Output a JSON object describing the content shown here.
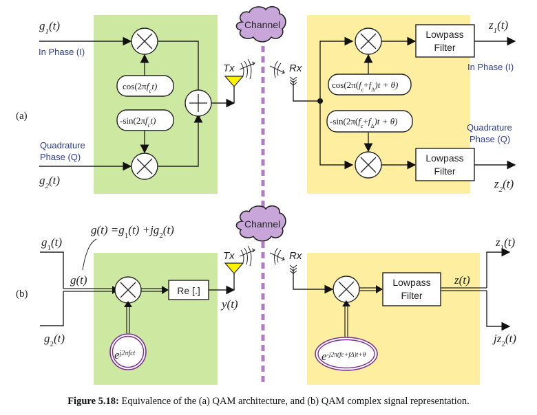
{
  "colors": {
    "transmitter_panel": "#cde8a0",
    "receiver_panel": "#fdeea0",
    "channel_cloud": "#c8a6da",
    "divider": "#b07cc6",
    "antenna": "#fff200",
    "label_blue": "#2b3d9a",
    "oscillator_ring": "#7b2d9a"
  },
  "panel_a": {
    "label": "(a)",
    "inputs": {
      "g1": "g1(t)",
      "g1_base": "g",
      "g1_sub": "1",
      "g1_arg": "(t)",
      "g2_base": "g",
      "g2_sub": "2",
      "g2_arg": "(t)",
      "in_phase": "In Phase (I)",
      "quadrature_line1": "Quadrature",
      "quadrature_line2": "Phase (Q)"
    },
    "tx": {
      "cos_label": "cos(2πfct)",
      "cos_pre": "cos(2π",
      "cos_f": "f",
      "cos_sub": "c",
      "cos_post": "t)",
      "sin_pre": "-sin(2π",
      "sin_f": "f",
      "sin_sub": "c",
      "sin_post": "t)",
      "multiplier_symbol": "×",
      "adder_symbol": "+",
      "tx_label": "Tx"
    },
    "channel": {
      "label": "Channel"
    },
    "rx": {
      "rx_label": "Rx",
      "cos_text": "cos(2π(fc+fΔ)t + θ)",
      "cos_pre": "cos(2π(",
      "sin_pre": "-sin(2π(",
      "f": "f",
      "sub_c": "c",
      "plus": "+",
      "sub_delta": "Δ",
      "post": ")t + θ)",
      "filter_line1": "Lowpass",
      "filter_line2": "Filter",
      "out_in_phase": "In Phase (I)",
      "out_quad_line1": "Quadrature",
      "out_quad_line2": "Phase (Q)",
      "z1_base": "z",
      "z1_sub": "1",
      "z2_base": "z",
      "z2_sub": "2",
      "arg": "(t)"
    }
  },
  "panel_b": {
    "label": "(b)",
    "g1_base": "g",
    "g1_sub": "1",
    "g2_base": "g",
    "g2_sub": "2",
    "arg": "(t)",
    "g_combined": "g(t)",
    "equation": "g(t) =g1(t) +jg2(t)",
    "eq_lhs": "g(t) =",
    "eq_g": "g",
    "eq_sub1": "1",
    "eq_mid": "(t) +",
    "eq_jg": "jg",
    "eq_sub2": "2",
    "eq_end": "(t)",
    "tx": {
      "re_box": "Re [.]",
      "y_label": "y(t)",
      "osc_base": "e",
      "osc_exp": "j2πfct",
      "tx_label": "Tx"
    },
    "channel": {
      "label": "Channel"
    },
    "rx": {
      "rx_label": "Rx",
      "filter_line1": "Lowpass",
      "filter_line2": "Filter",
      "z_label": "z(t)",
      "osc_base": "e",
      "osc_exp": "-j2π(fc+fΔ)t+θ",
      "z1_base": "z",
      "z1_sub": "1",
      "jz2_base": "jz",
      "jz2_sub": "2",
      "arg": "(t)"
    }
  },
  "caption": {
    "figure_label": "Figure 5.18:",
    "text": " Equivalence of the (a) QAM architecture, and (b) QAM complex signal representation."
  }
}
